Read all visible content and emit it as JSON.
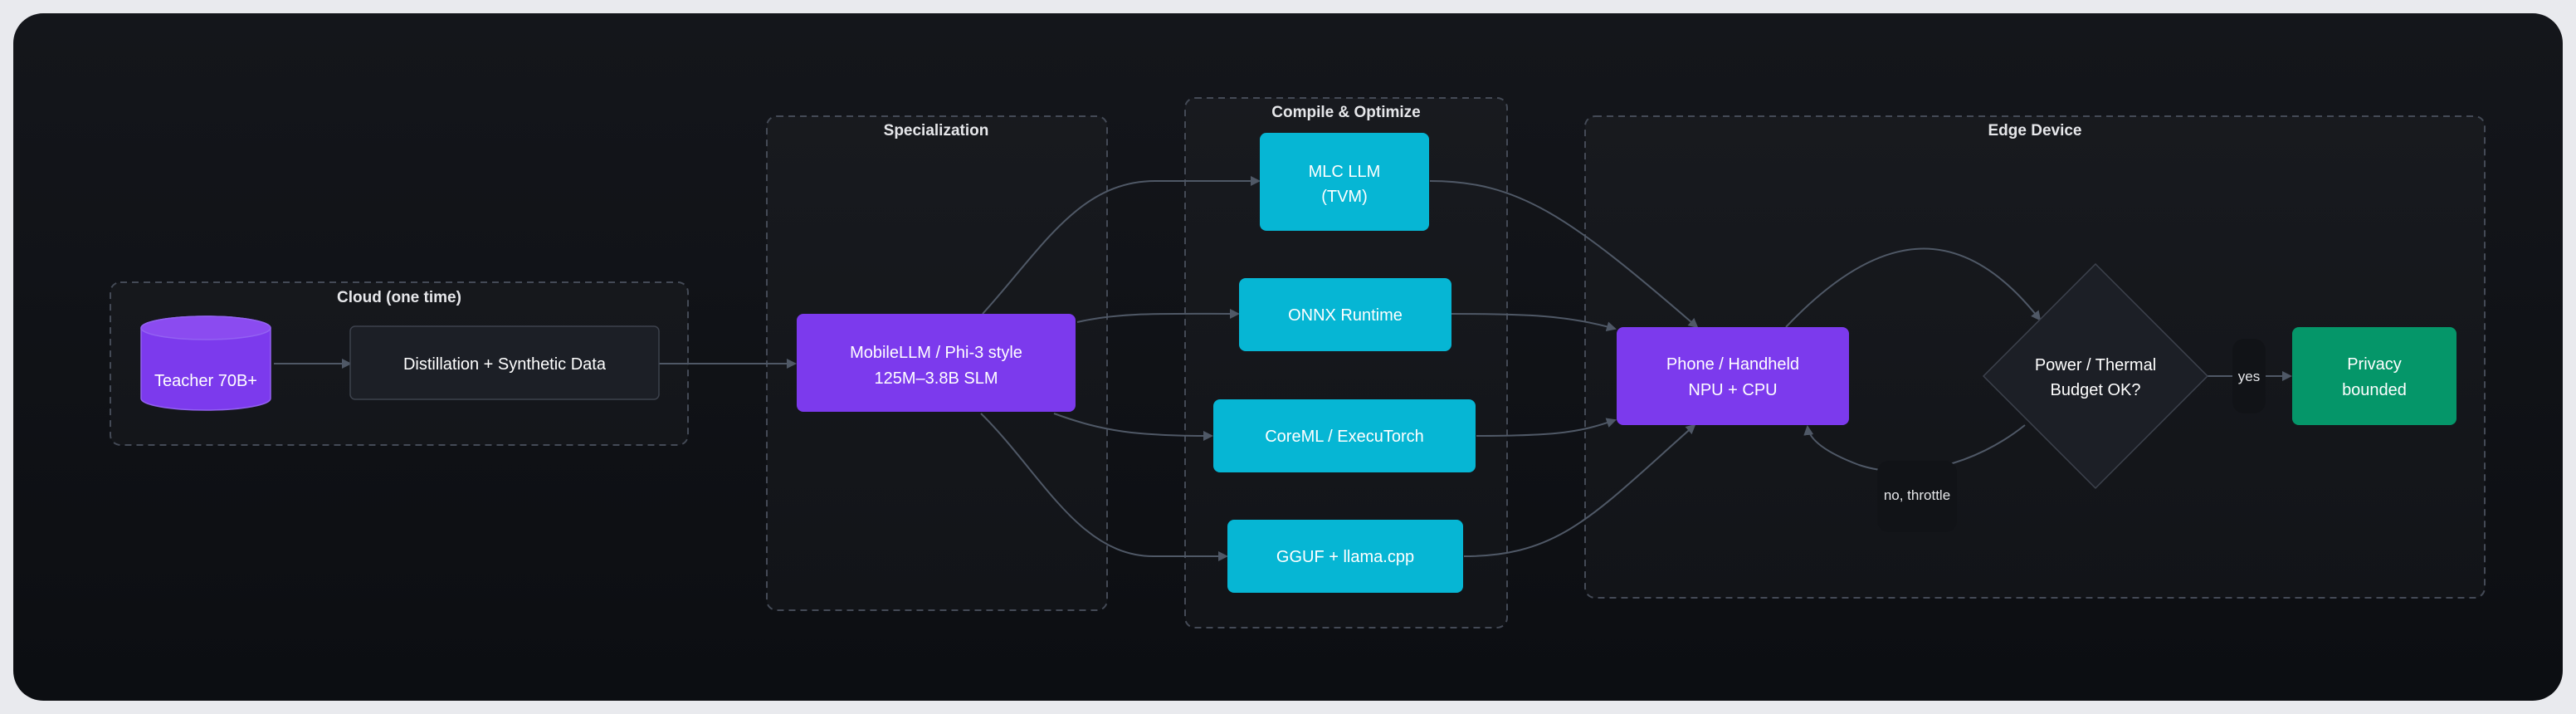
{
  "colors": {
    "purple": "#7c3aed",
    "cyan": "#06b6d4",
    "green": "#059669",
    "dark_node": "#1c1f26",
    "edge": "#4f5866"
  },
  "groups": {
    "cloud": "Cloud (one time)",
    "specialization": "Specialization",
    "compile": "Compile & Optimize",
    "edge_device": "Edge Device"
  },
  "nodes": {
    "teacher": "Teacher 70B+",
    "distill": "Distillation + Synthetic Data",
    "slm": [
      "MobileLLM / Phi-3 style",
      "125M–3.8B SLM"
    ],
    "mlc": [
      "MLC LLM",
      "(TVM)"
    ],
    "onnx": "ONNX Runtime",
    "coreml": "CoreML / ExecuTorch",
    "gguf": "GGUF + llama.cpp",
    "phone": [
      "Phone / Handheld",
      "NPU + CPU"
    ],
    "power": [
      "Power / Thermal",
      "Budget OK?"
    ],
    "privacy": [
      "Privacy",
      "bounded"
    ]
  },
  "edge_labels": {
    "yes": "yes",
    "no": "no, throttle"
  }
}
